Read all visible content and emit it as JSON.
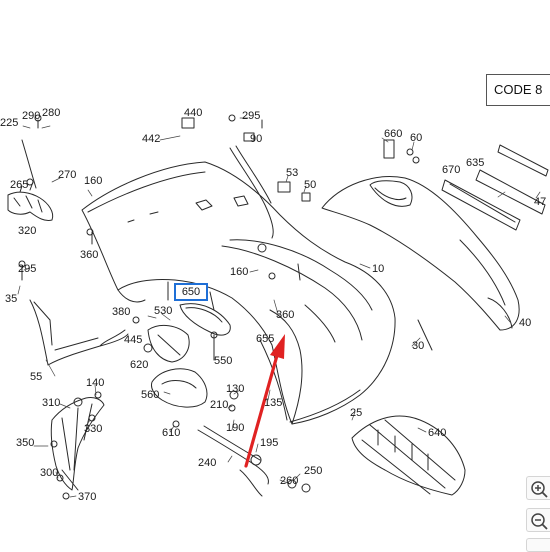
{
  "code_box": {
    "label": "CODE 8"
  },
  "callouts": [
    {
      "id": "225",
      "text": "225"
    },
    {
      "id": "290",
      "text": "290"
    },
    {
      "id": "280",
      "text": "280"
    },
    {
      "id": "440",
      "text": "440"
    },
    {
      "id": "295a",
      "text": "295"
    },
    {
      "id": "442",
      "text": "442"
    },
    {
      "id": "90",
      "text": "90"
    },
    {
      "id": "660",
      "text": "660"
    },
    {
      "id": "60",
      "text": "60"
    },
    {
      "id": "270",
      "text": "270"
    },
    {
      "id": "265",
      "text": "265"
    },
    {
      "id": "160a",
      "text": "160"
    },
    {
      "id": "53",
      "text": "53"
    },
    {
      "id": "50",
      "text": "50"
    },
    {
      "id": "670",
      "text": "670"
    },
    {
      "id": "635",
      "text": "635"
    },
    {
      "id": "47",
      "text": "47"
    },
    {
      "id": "320",
      "text": "320"
    },
    {
      "id": "360a",
      "text": "360"
    },
    {
      "id": "295b",
      "text": "295"
    },
    {
      "id": "35",
      "text": "35"
    },
    {
      "id": "10",
      "text": "10"
    },
    {
      "id": "160b",
      "text": "160"
    },
    {
      "id": "380",
      "text": "380"
    },
    {
      "id": "530",
      "text": "530"
    },
    {
      "id": "360b",
      "text": "360"
    },
    {
      "id": "655",
      "text": "655"
    },
    {
      "id": "445",
      "text": "445"
    },
    {
      "id": "620",
      "text": "620"
    },
    {
      "id": "550",
      "text": "550"
    },
    {
      "id": "40",
      "text": "40"
    },
    {
      "id": "30",
      "text": "30"
    },
    {
      "id": "55",
      "text": "55"
    },
    {
      "id": "140",
      "text": "140"
    },
    {
      "id": "560",
      "text": "560"
    },
    {
      "id": "130",
      "text": "130"
    },
    {
      "id": "135",
      "text": "135"
    },
    {
      "id": "310",
      "text": "310"
    },
    {
      "id": "330",
      "text": "330"
    },
    {
      "id": "210",
      "text": "210"
    },
    {
      "id": "25",
      "text": "25"
    },
    {
      "id": "640",
      "text": "640"
    },
    {
      "id": "610",
      "text": "610"
    },
    {
      "id": "190",
      "text": "190"
    },
    {
      "id": "350",
      "text": "350"
    },
    {
      "id": "195",
      "text": "195"
    },
    {
      "id": "240",
      "text": "240"
    },
    {
      "id": "300",
      "text": "300"
    },
    {
      "id": "250",
      "text": "250"
    },
    {
      "id": "260",
      "text": "260"
    },
    {
      "id": "370",
      "text": "370"
    }
  ],
  "highlighted_callout": {
    "text": "650",
    "color": "#1f6fd6"
  },
  "arrow": {
    "color": "#e02222",
    "points_to": "655"
  },
  "zoom_controls": {
    "zoom_in": "zoom-in-icon",
    "zoom_out": "zoom-out-icon"
  }
}
